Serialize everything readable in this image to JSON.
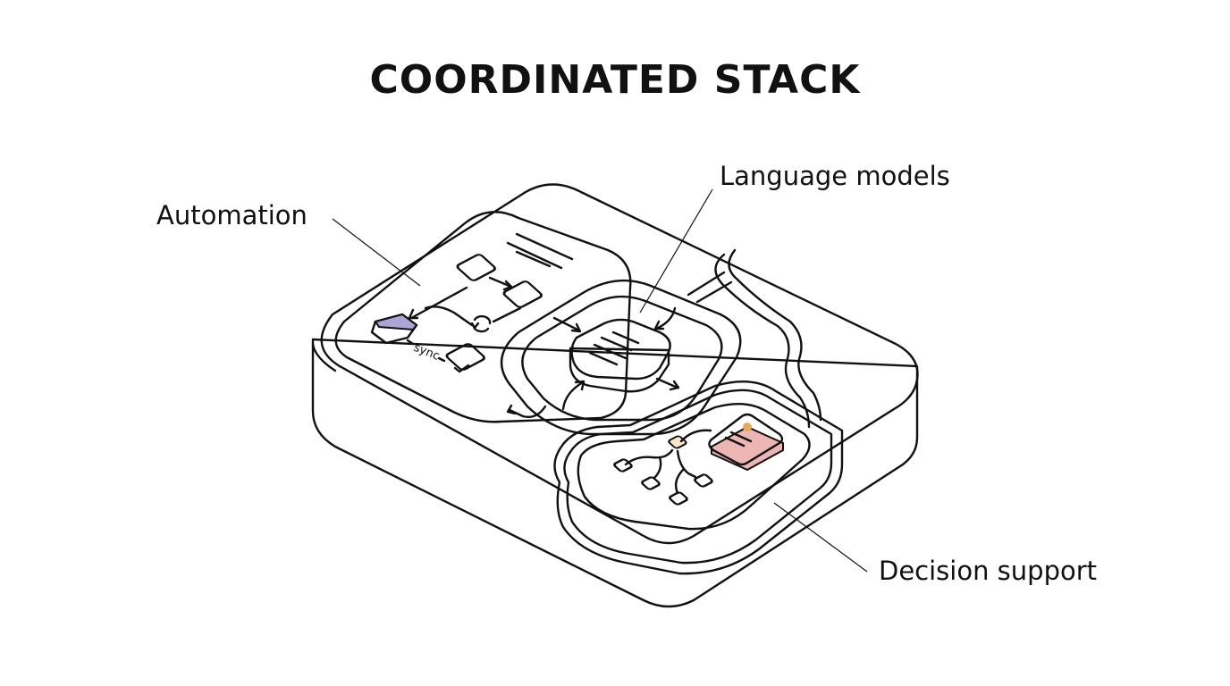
{
  "title": "COORDINATED STACK",
  "labels": {
    "automation": "Automation",
    "language_models": "Language models",
    "decision_support": "Decision support"
  },
  "panels": {
    "automation": {
      "fill": "#ecebf6",
      "accent": "#a9a6d6",
      "connector_text": "sync",
      "icons": [
        "flow-node",
        "flow-node",
        "cycle-icon",
        "window-icon",
        "check-icon",
        "text-lines"
      ]
    },
    "language_models": {
      "fill": "#e2efe4",
      "core_fill": "#e6f1e8",
      "core_side": "#c9ddcd",
      "icons": [
        "document-lines",
        "arrow-in",
        "arrow-in",
        "arrow-out",
        "arrow-in"
      ]
    },
    "decision_support": {
      "fill": "#f5e9e9",
      "card_fill": "#fbe2dc",
      "card_shadow": "#ecb6b5",
      "dot": "#e8a85e",
      "node_fill": "#fbe6cc",
      "icons": [
        "tree-diagram",
        "report-card"
      ]
    }
  },
  "colors": {
    "stroke": "#111111",
    "base": "#ffffff"
  }
}
